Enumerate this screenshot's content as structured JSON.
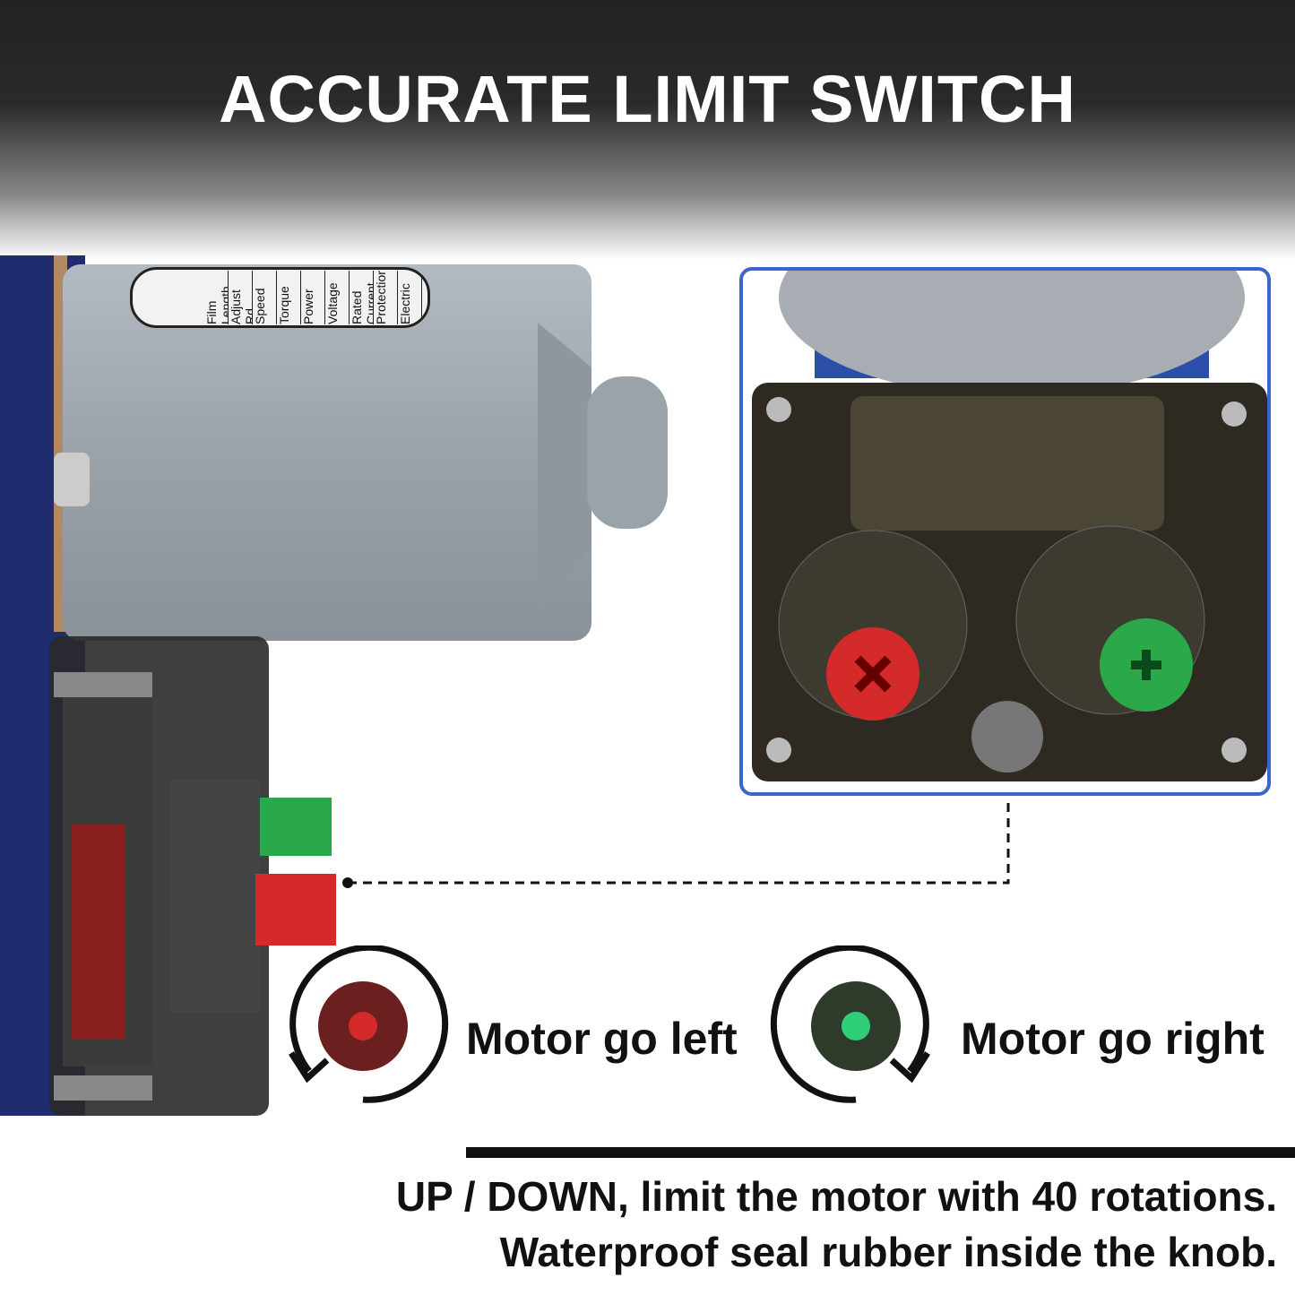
{
  "title": "ACCURATE LIMIT SWITCH",
  "motor_label": [
    "Film Length",
    "Adjust Rd",
    "Speed",
    "Torque",
    "Power",
    "Voltage",
    "Rated Current",
    "Protection",
    "Electric"
  ],
  "captions": {
    "left": "Motor go left",
    "right": "Motor go right"
  },
  "bottom": {
    "line1": "UP / DOWN, limit the motor with 40 rotations.",
    "line2": "Waterproof seal rubber inside the knob."
  },
  "colors": {
    "motor_blue": "#1f2d6e",
    "housing_gray": "#9aa2aa",
    "inset_border": "#3a66c8",
    "red_knob": "#d42a2a",
    "green_knob": "#2aa84a"
  }
}
